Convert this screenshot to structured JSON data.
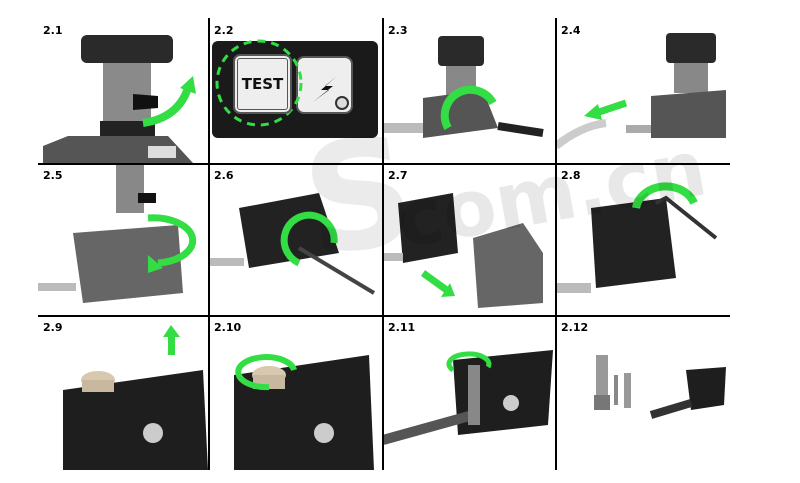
{
  "steps": [
    {
      "label": "2.1"
    },
    {
      "label": "2.2",
      "button_text": "TEST"
    },
    {
      "label": "2.3"
    },
    {
      "label": "2.4"
    },
    {
      "label": "2.5"
    },
    {
      "label": "2.6"
    },
    {
      "label": "2.7"
    },
    {
      "label": "2.8"
    },
    {
      "label": "2.9"
    },
    {
      "label": "2.10"
    },
    {
      "label": "2.11"
    },
    {
      "label": "2.12"
    }
  ],
  "watermark": "com.cn",
  "colors": {
    "arrow": "#33dd44",
    "device": "#1e1e1e",
    "housing": "#707070"
  }
}
